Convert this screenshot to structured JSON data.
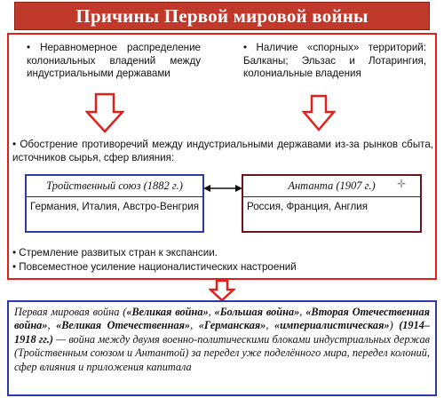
{
  "title": "Причины Первой мировой войны",
  "causes": {
    "left": "Неравномерное распределение колониальных владений между индустриальными державами",
    "right": "Наличие «спорных» территорий: Балканы; Эльзас и Лотарингия, колониальные владения",
    "middle": "Обострение противоречий между индустриальными державами из-за рынков сбыта, источников сырья, сфер влияния:",
    "bottom1": "Стремление развитых стран к экспансии.",
    "bottom2": "Повсеместное усиление националистических настроений"
  },
  "alliances": {
    "triple": {
      "heading": "Тройственный союз (1882 г.)",
      "members": "Германия, Италия, Австро-Венгрия"
    },
    "entente": {
      "heading": "Антанта (1907 г.)",
      "members": "Россия, Франция, Англия"
    }
  },
  "definition": {
    "p1": "Первая мировая война (",
    "n1": "«Великая война»",
    "c1": ", ",
    "n2": "«Большая война»",
    "c2": ", ",
    "n3": "«Вторая Отечественная война»",
    "c3": ", ",
    "n4": "«Великая Отечественная»",
    "c4": ", ",
    "n5": "«Германская»",
    "c5": ", ",
    "n6": "«империалистическая»",
    "p2": ") ",
    "years": "(1914–1918 гг.)",
    "p3": " — война между двумя военно-политическими блоками индустриальных держав (Тройственным союзом и Антантой) за передел уже поделённого мира, передел колоний, сфер влияния и приложения капитала"
  },
  "colors": {
    "title_bg": "#c0392b",
    "frame_red": "#e0201a",
    "triple_blue": "#2b3aa8",
    "entente_maroon": "#6b1420"
  }
}
